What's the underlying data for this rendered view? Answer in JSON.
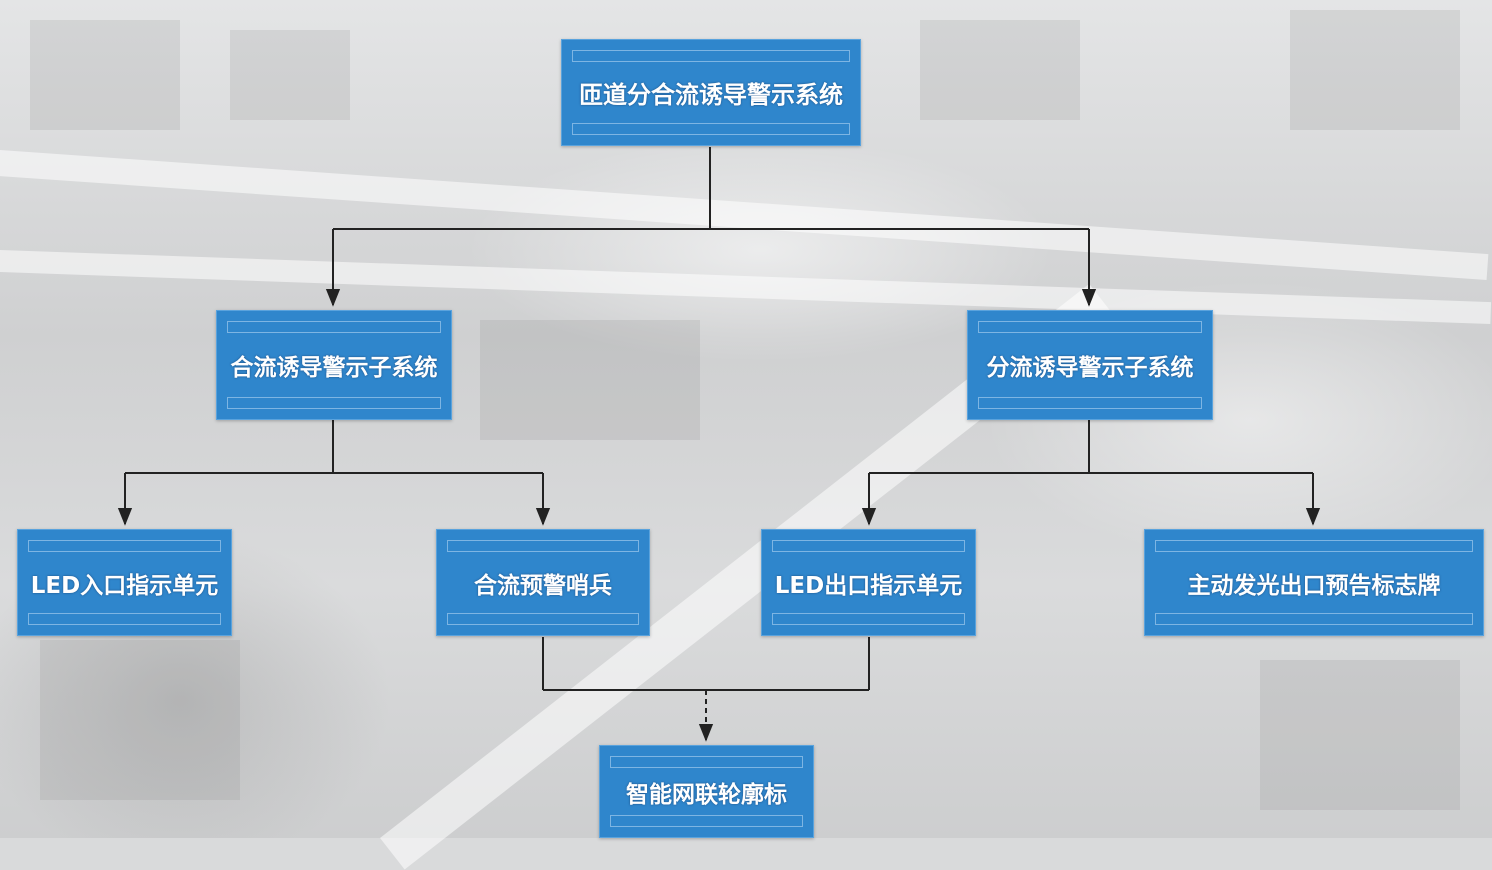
{
  "diagram": {
    "root": {
      "label": "匝道分合流诱导警示系统"
    },
    "subsystems": [
      {
        "label": "合流诱导警示子系统"
      },
      {
        "label": "分流诱导警示子系统"
      }
    ],
    "units": [
      {
        "label": "LED入口指示单元"
      },
      {
        "label": "合流预警哨兵"
      },
      {
        "label": "LED出口指示单元"
      },
      {
        "label": "主动发光出口预告标志牌"
      }
    ],
    "bottom": {
      "label": "智能网联轮廓标"
    },
    "colors": {
      "node_fill": "#2f86cc",
      "connector": "#222222",
      "text": "#ffffff"
    }
  }
}
